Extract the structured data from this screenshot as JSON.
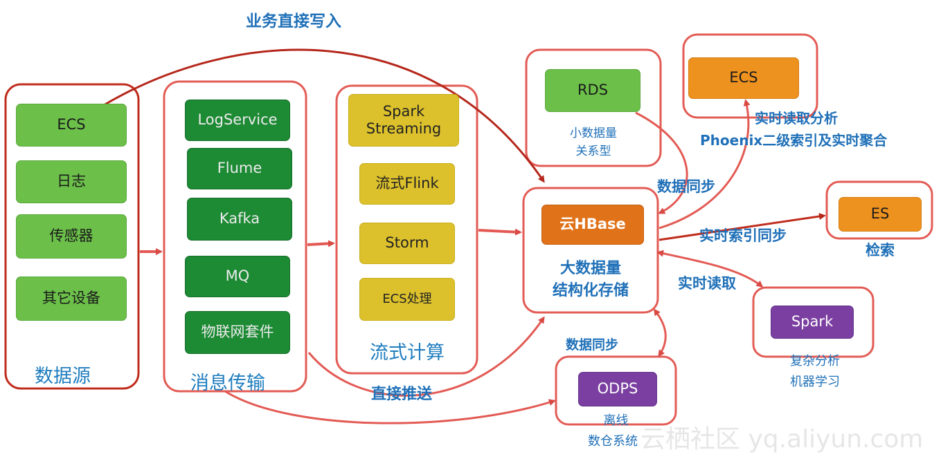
{
  "title": "业务直接写入",
  "colors": {
    "outline_red": "#e35b55",
    "outline_darkred": "#c02c1c",
    "arrow": "#e35a54",
    "label_blue": "#1f70b8"
  },
  "source": {
    "label": "数据源",
    "items": [
      "ECS",
      "日志",
      "传感器",
      "其它设备"
    ]
  },
  "messaging": {
    "label": "消息传输",
    "items": [
      "LogService",
      "Flume",
      "Kafka",
      "MQ",
      "物联网套件"
    ]
  },
  "streaming": {
    "label": "流式计算",
    "items": [
      "Spark\nStreaming",
      "流式Flink",
      "Storm",
      "ECS处理"
    ]
  },
  "rds": {
    "box": "RDS",
    "line1": "小数据量",
    "line2": "关系型"
  },
  "ecs_right": {
    "box": "ECS",
    "line1": "实时读取分析",
    "line2": "Phoenix二级索引及实时聚合"
  },
  "hbase": {
    "box": "云HBase",
    "line1": "大数据量",
    "line2": "结构化存储"
  },
  "es": {
    "box": "ES",
    "label": "检索"
  },
  "spark": {
    "box": "Spark",
    "line1": "复杂分析",
    "line2": "机器学习"
  },
  "odps": {
    "box": "ODPS",
    "line1": "离线",
    "line2": "数仓系统"
  },
  "arrow_labels": {
    "direct_push": "直接推送",
    "sync_rds": "数据同步",
    "sync_odps": "数据同步",
    "index_sync": "实时索引同步",
    "realtime_read": "实时读取"
  },
  "watermark": "云栖社区 yq.aliyun.com"
}
